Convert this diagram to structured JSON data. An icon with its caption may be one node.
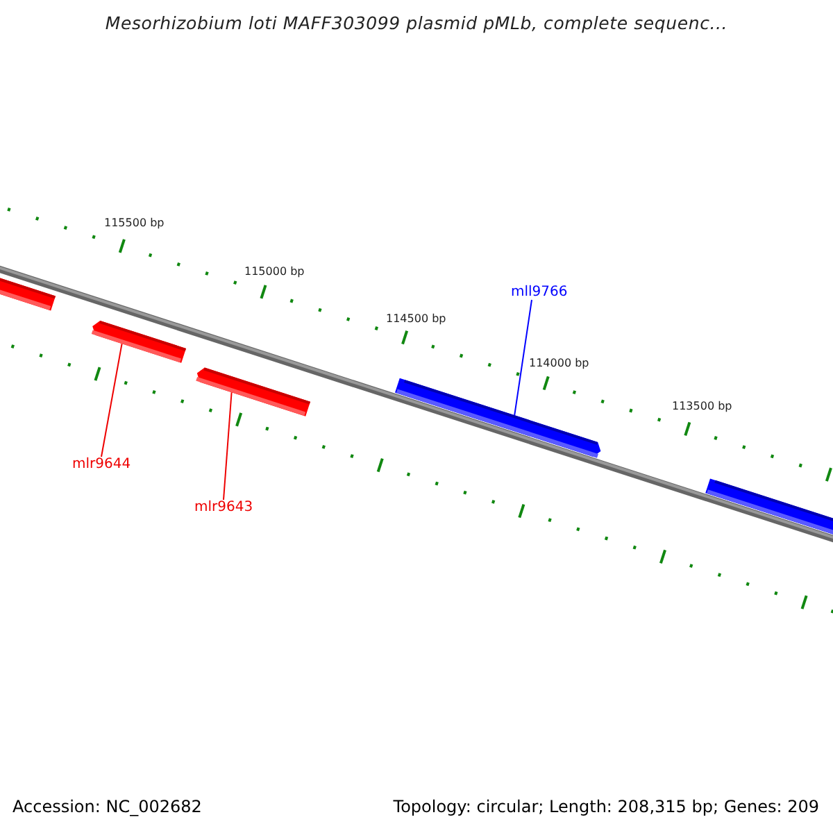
{
  "diagram": {
    "title": "Mesorhizobium loti MAFF303099 plasmid pMLb, complete sequenc...",
    "nodes": [
      {
        "text": [],
        "shape": "bar"
      },
      {
        "text": [],
        "shape": "bar"
      },
      {
        "text": [],
        "shape": "bar"
      },
      {
        "text": [],
        "shape": "bar"
      },
      {
        "text": [],
        "shape": "bar"
      },
      {
        "text": [
          "mll9766"
        ]
      },
      {
        "text": [
          "mlr9644"
        ]
      },
      {
        "text": [
          "mlr9643"
        ]
      }
    ],
    "edges": [
      {
        "from": 5,
        "to": 3,
        "arrow": "none",
        "color": "#0000ff"
      },
      {
        "from": 6,
        "to": 1,
        "arrow": "none"
      },
      {
        "from": 7,
        "to": 2,
        "arrow": "none"
      }
    ],
    "labels": [
      "115500 bp",
      "115000 bp",
      "114500 bp",
      "114000 bp",
      "113500 bp",
      "Accession: NC_002682",
      "Topology: circular; Length: 208,315 bp; Genes: 209"
    ]
  }
}
